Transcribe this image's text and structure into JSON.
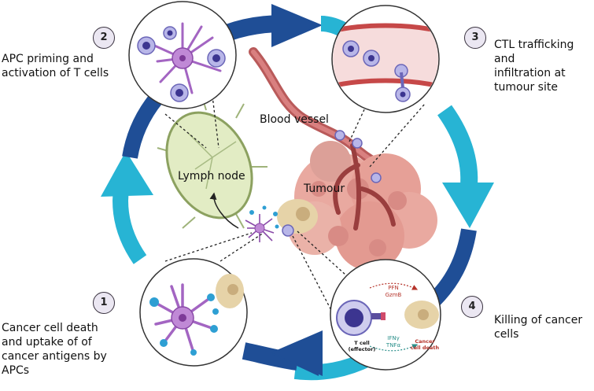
{
  "colors": {
    "arrow_dark": "#1f4e96",
    "arrow_light": "#27b4d4",
    "blood_vessel": "#b95a5a",
    "tumour": "#e9a9a0",
    "lymph_node": "#e2ecc4",
    "apc": "#8a4aa8",
    "antigen": "#2e9fd3",
    "debris": "#c9ad7d",
    "t_cell": "#6b66b8"
  },
  "steps": [
    {
      "number": "1",
      "caption": "Cancer cell death\nand uptake of  of\ncancer antigens by\nAPCs"
    },
    {
      "number": "2",
      "caption": "APC priming and\nactivation of T cells"
    },
    {
      "number": "3",
      "caption": "CTL trafficking and\ninfiltration at\ntumour site"
    },
    {
      "number": "4",
      "caption": "Killing of cancer\ncells"
    }
  ],
  "labels": {
    "blood_vessel": "Blood vessel",
    "lymph_node": "Lymph node",
    "tumour": "Tumour"
  },
  "killing_panel": {
    "pfn": "PFN",
    "gzmb": "GzmB",
    "ifng": "IFNγ",
    "tnfa": "TNFα",
    "t_cell": "T cell\n(effector)",
    "cancer_cell_death": "Cancer\ncell death"
  },
  "icons": [
    "dendritic-cell-icon",
    "t-cell-icon",
    "blood-vessel-icon",
    "tumour-icon",
    "lymph-node-icon",
    "cycle-arrow-icon"
  ]
}
